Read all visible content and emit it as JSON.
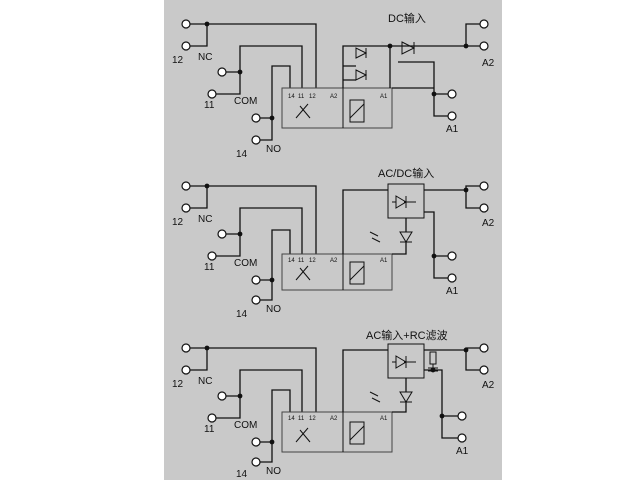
{
  "colors": {
    "panel": "#c9c9c9",
    "ink": "#111111",
    "terminal": "#ffffff"
  },
  "circuits": [
    {
      "title": "DC输入",
      "left_terminals": {
        "t12": "12",
        "nc": "NC",
        "t11": "11",
        "com": "COM",
        "t14": "14",
        "no": "NO"
      },
      "relay_pins": {
        "p14": "14",
        "p11": "11",
        "p12": "12",
        "a2": "A2",
        "a1": "A1"
      },
      "right_terminals": {
        "a2": "A2",
        "a1": "A1"
      }
    },
    {
      "title": "AC/DC输入",
      "left_terminals": {
        "t12": "12",
        "nc": "NC",
        "t11": "11",
        "com": "COM",
        "t14": "14",
        "no": "NO"
      },
      "relay_pins": {
        "p14": "14",
        "p11": "11",
        "p12": "12",
        "a2": "A2",
        "a1": "A1"
      },
      "right_terminals": {
        "a2": "A2",
        "a1": "A1"
      }
    },
    {
      "title": "AC输入+RC滤波",
      "left_terminals": {
        "t12": "12",
        "nc": "NC",
        "t11": "11",
        "com": "COM",
        "t14": "14",
        "no": "NO"
      },
      "relay_pins": {
        "p14": "14",
        "p11": "11",
        "p12": "12",
        "a2": "A2",
        "a1": "A1"
      },
      "right_terminals": {
        "a2": "A2",
        "a1": "A1"
      }
    }
  ]
}
